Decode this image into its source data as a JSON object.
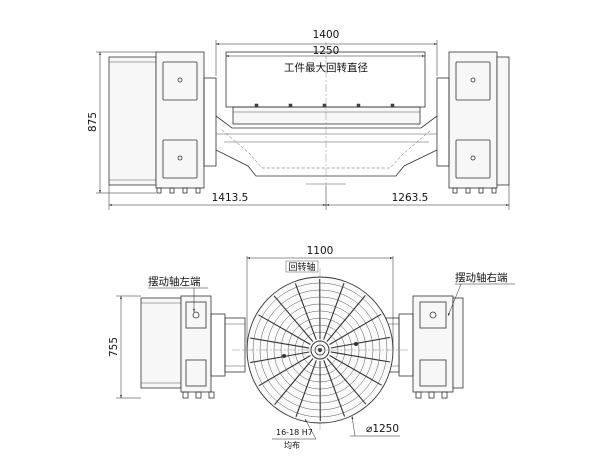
{
  "top_view": {
    "dim_1400": "1400",
    "dim_1250": "1250",
    "max_diameter_label": "工件最大回转直径",
    "dim_875": "875",
    "dim_1413_5": "1413.5",
    "dim_1263_5": "1263.5"
  },
  "bottom_view": {
    "dim_1100": "1100",
    "rotation_axis_label": "回转轴",
    "swing_left_label": "摆动轴左端",
    "swing_right_label": "摆动轴右端",
    "dim_755": "755",
    "slot_spec": "16-18 H7",
    "slot_even": "均布",
    "dim_phi_1250": "⌀1250"
  }
}
